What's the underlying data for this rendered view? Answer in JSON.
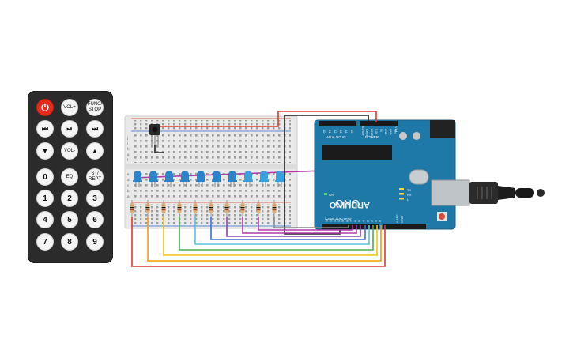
{
  "remote": {
    "buttons": [
      {
        "id": "power",
        "label": "⏻",
        "kind": "power",
        "name": "power-button"
      },
      {
        "id": "volplus",
        "label": "VOL+",
        "kind": "small",
        "name": "vol-up-button"
      },
      {
        "id": "funcstop",
        "label": "FUNC/\nSTOP",
        "kind": "small",
        "name": "func-stop-button"
      },
      {
        "id": "rewind",
        "label": "⏮",
        "kind": "icon",
        "name": "rewind-button"
      },
      {
        "id": "playpause",
        "label": "⏯",
        "kind": "icon",
        "name": "play-pause-button"
      },
      {
        "id": "forward",
        "label": "⏭",
        "kind": "icon",
        "name": "fast-forward-button"
      },
      {
        "id": "down",
        "label": "▼",
        "kind": "icon",
        "name": "down-button"
      },
      {
        "id": "volminus",
        "label": "VOL-",
        "kind": "small",
        "name": "vol-down-button"
      },
      {
        "id": "up",
        "label": "▲",
        "kind": "icon",
        "name": "up-button"
      },
      {
        "id": "zero",
        "label": "0",
        "kind": "num",
        "name": "digit-0-button"
      },
      {
        "id": "eq",
        "label": "EQ",
        "kind": "small",
        "name": "eq-button"
      },
      {
        "id": "strept",
        "label": "ST/\nREPT",
        "kind": "small",
        "name": "st-rept-button"
      },
      {
        "id": "one",
        "label": "1",
        "kind": "num",
        "name": "digit-1-button"
      },
      {
        "id": "two",
        "label": "2",
        "kind": "num",
        "name": "digit-2-button"
      },
      {
        "id": "three",
        "label": "3",
        "kind": "num",
        "name": "digit-3-button"
      },
      {
        "id": "four",
        "label": "4",
        "kind": "num",
        "name": "digit-4-button"
      },
      {
        "id": "five",
        "label": "5",
        "kind": "num",
        "name": "digit-5-button"
      },
      {
        "id": "six",
        "label": "6",
        "kind": "num",
        "name": "digit-6-button"
      },
      {
        "id": "seven",
        "label": "7",
        "kind": "num",
        "name": "digit-7-button"
      },
      {
        "id": "eight",
        "label": "8",
        "kind": "num",
        "name": "digit-8-button"
      },
      {
        "id": "nine",
        "label": "9",
        "kind": "num",
        "name": "digit-9-button"
      }
    ]
  },
  "breadboard": {
    "row_letters_top": [
      "j",
      "i",
      "h",
      "g",
      "f"
    ],
    "row_letters_bottom": [
      "e",
      "d",
      "c",
      "b",
      "a"
    ]
  },
  "leds": {
    "colors": [
      "#2c83c9",
      "#2c83c9",
      "#2c83c9",
      "#2c83c9",
      "#2c83c9",
      "#2c83c9",
      "#2c83c9",
      "#3aa0dc",
      "#3aa0dc",
      "#3aa0dc"
    ]
  },
  "arduino": {
    "logo": "ARDUINO",
    "model": "UNO",
    "on_label": "ON",
    "digital_label": "DIGITAL (PWM~)",
    "analog_label": "ANALOG IN",
    "power_label": "POWER",
    "reset_label": "RESET",
    "ioref_label": "IOREF",
    "aref_label": "AREF",
    "gnd_label": "GND",
    "vin_label": "VIN",
    "tx_label": "TX",
    "rx_label": "RX",
    "l_label": "L",
    "analog_pins": [
      "A0",
      "A1",
      "A2",
      "A3",
      "A4",
      "A5"
    ],
    "power_pins": [
      "IOREF",
      "RESET",
      "3.3V",
      "5V",
      "GND",
      "GND",
      "VIN"
    ],
    "digital_pins": [
      "0",
      "1",
      "2",
      "3",
      "4",
      "5",
      "6",
      "7",
      "8",
      "9",
      "10",
      "11",
      "12",
      "13"
    ]
  },
  "wire_colors": {
    "red": "#e13a2c",
    "orange": "#f39c12",
    "yellow": "#f0c419",
    "green": "#4caf50",
    "cyan": "#5bc0de",
    "blue": "#3d6fd1",
    "purple": "#8e44ad",
    "magenta": "#b03aa8",
    "grey": "#8a8a8a",
    "black": "#222222"
  }
}
